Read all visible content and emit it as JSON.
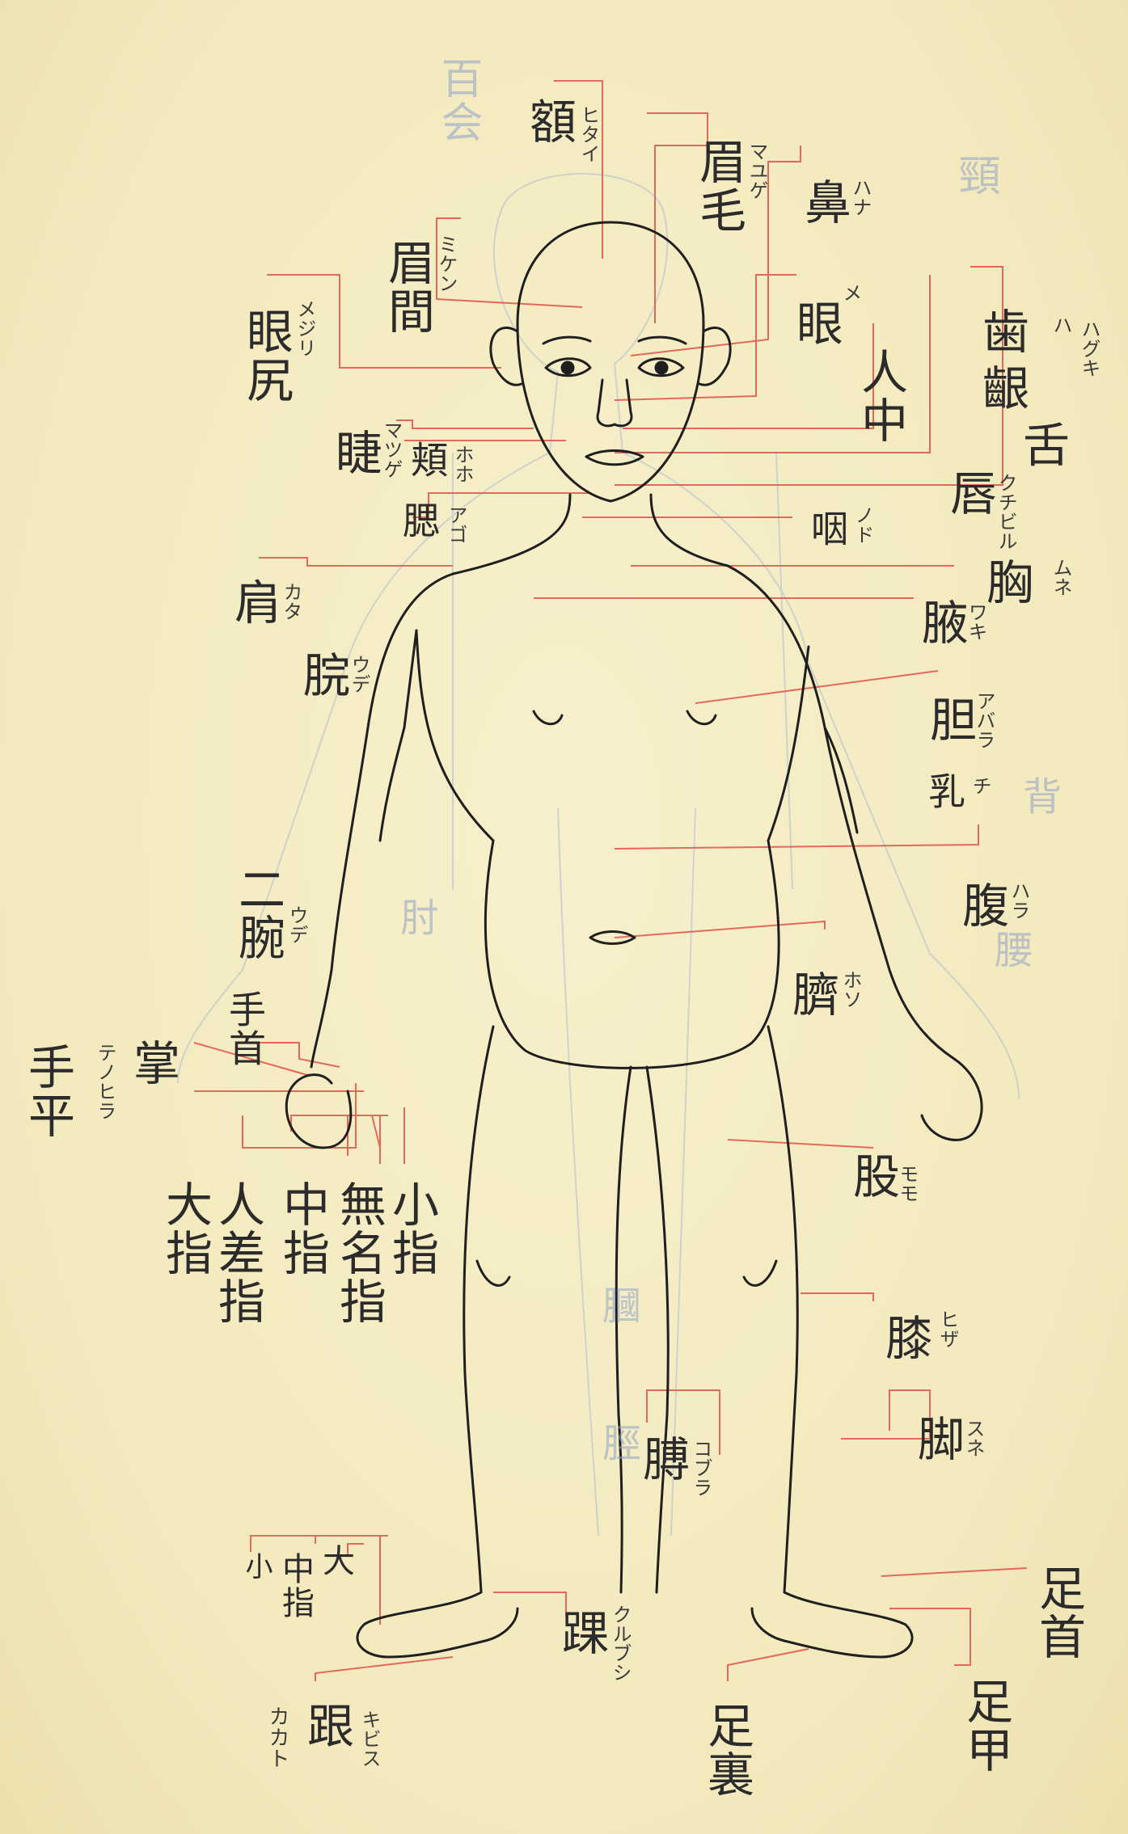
{
  "colors": {
    "paper": "#f5edc4",
    "ink": "#2b2b2b",
    "leader": "#e0524a",
    "ghost": "#9fb2d6"
  },
  "labels": {
    "l01": {
      "kanji": "額",
      "kana": "ヒタイ"
    },
    "l02": {
      "kanji": "眉毛",
      "kana": "マユゲ"
    },
    "l03": {
      "kanji": "鼻",
      "kana": "ハナ"
    },
    "l04": {
      "kanji": "眉間",
      "kana": "ミケン"
    },
    "l05": {
      "kanji": "眼尻",
      "kana": "メジリ"
    },
    "l06": {
      "kanji": "眼",
      "kana": "メ"
    },
    "l07": {
      "kanji": "人中",
      "kana": ""
    },
    "l08": {
      "kanji": "歯",
      "kana": "ハ"
    },
    "l09": {
      "kanji": "齦",
      "kana": "ハグキ"
    },
    "l10": {
      "kanji": "舌",
      "kana": ""
    },
    "l11": {
      "kanji": "睫",
      "kana": "マツゲ"
    },
    "l12": {
      "kanji": "頬",
      "kana": "ホホ"
    },
    "l13": {
      "kanji": "腮",
      "kana": "アゴ"
    },
    "l14": {
      "kanji": "唇",
      "kana": "クチビル"
    },
    "l15": {
      "kanji": "咽",
      "kana": "ノド"
    },
    "l16": {
      "kanji": "胸",
      "kana": "ムネ"
    },
    "l17": {
      "kanji": "肩",
      "kana": "カタ"
    },
    "l18": {
      "kanji": "腋",
      "kana": "ワキ"
    },
    "l19": {
      "kanji": "脘",
      "kana": "ウデ"
    },
    "l20": {
      "kanji": "胆",
      "kana": "アバラ"
    },
    "l21": {
      "kanji": "乳",
      "kana": "チ"
    },
    "l22": {
      "kanji": "二腕",
      "kana": "ウデ"
    },
    "l23": {
      "kanji": "腹",
      "kana": "ハラ"
    },
    "l24": {
      "kanji": "手首",
      "kana": ""
    },
    "l25": {
      "kanji": "臍",
      "kana": "ホソ"
    },
    "l26": {
      "kanji": "掌",
      "kana": "テノヒラ"
    },
    "l27": {
      "kanji": "手平",
      "kana": ""
    },
    "l28": {
      "kanji": "股",
      "kana": "モモ"
    },
    "l29": {
      "kanji": "大指",
      "kana": ""
    },
    "l30": {
      "kanji": "人差指",
      "kana": ""
    },
    "l31": {
      "kanji": "中指",
      "kana": ""
    },
    "l32": {
      "kanji": "無名指",
      "kana": ""
    },
    "l33": {
      "kanji": "小指",
      "kana": ""
    },
    "l34": {
      "kanji": "膝",
      "kana": "ヒザ"
    },
    "l35": {
      "kanji": "膊",
      "kana": "コブラ"
    },
    "l36": {
      "kanji": "脚",
      "kana": "スネ"
    },
    "l37": {
      "kanji": "大",
      "kana": ""
    },
    "l38": {
      "kanji": "中指",
      "kana": ""
    },
    "l39": {
      "kanji": "小",
      "kana": ""
    },
    "l40": {
      "kanji": "足首",
      "kana": ""
    },
    "l41": {
      "kanji": "踝",
      "kana": "クルブシ"
    },
    "l42": {
      "kanji": "跟",
      "kana": "キビス"
    },
    "l43": {
      "kanji": "カカト",
      "kana": ""
    },
    "l44": {
      "kanji": "足甲",
      "kana": ""
    },
    "l45": {
      "kanji": "足裏",
      "kana": ""
    }
  },
  "ghost_text": [
    "百会",
    "頸",
    "背",
    "腰",
    "肘",
    "膕",
    "脛"
  ]
}
